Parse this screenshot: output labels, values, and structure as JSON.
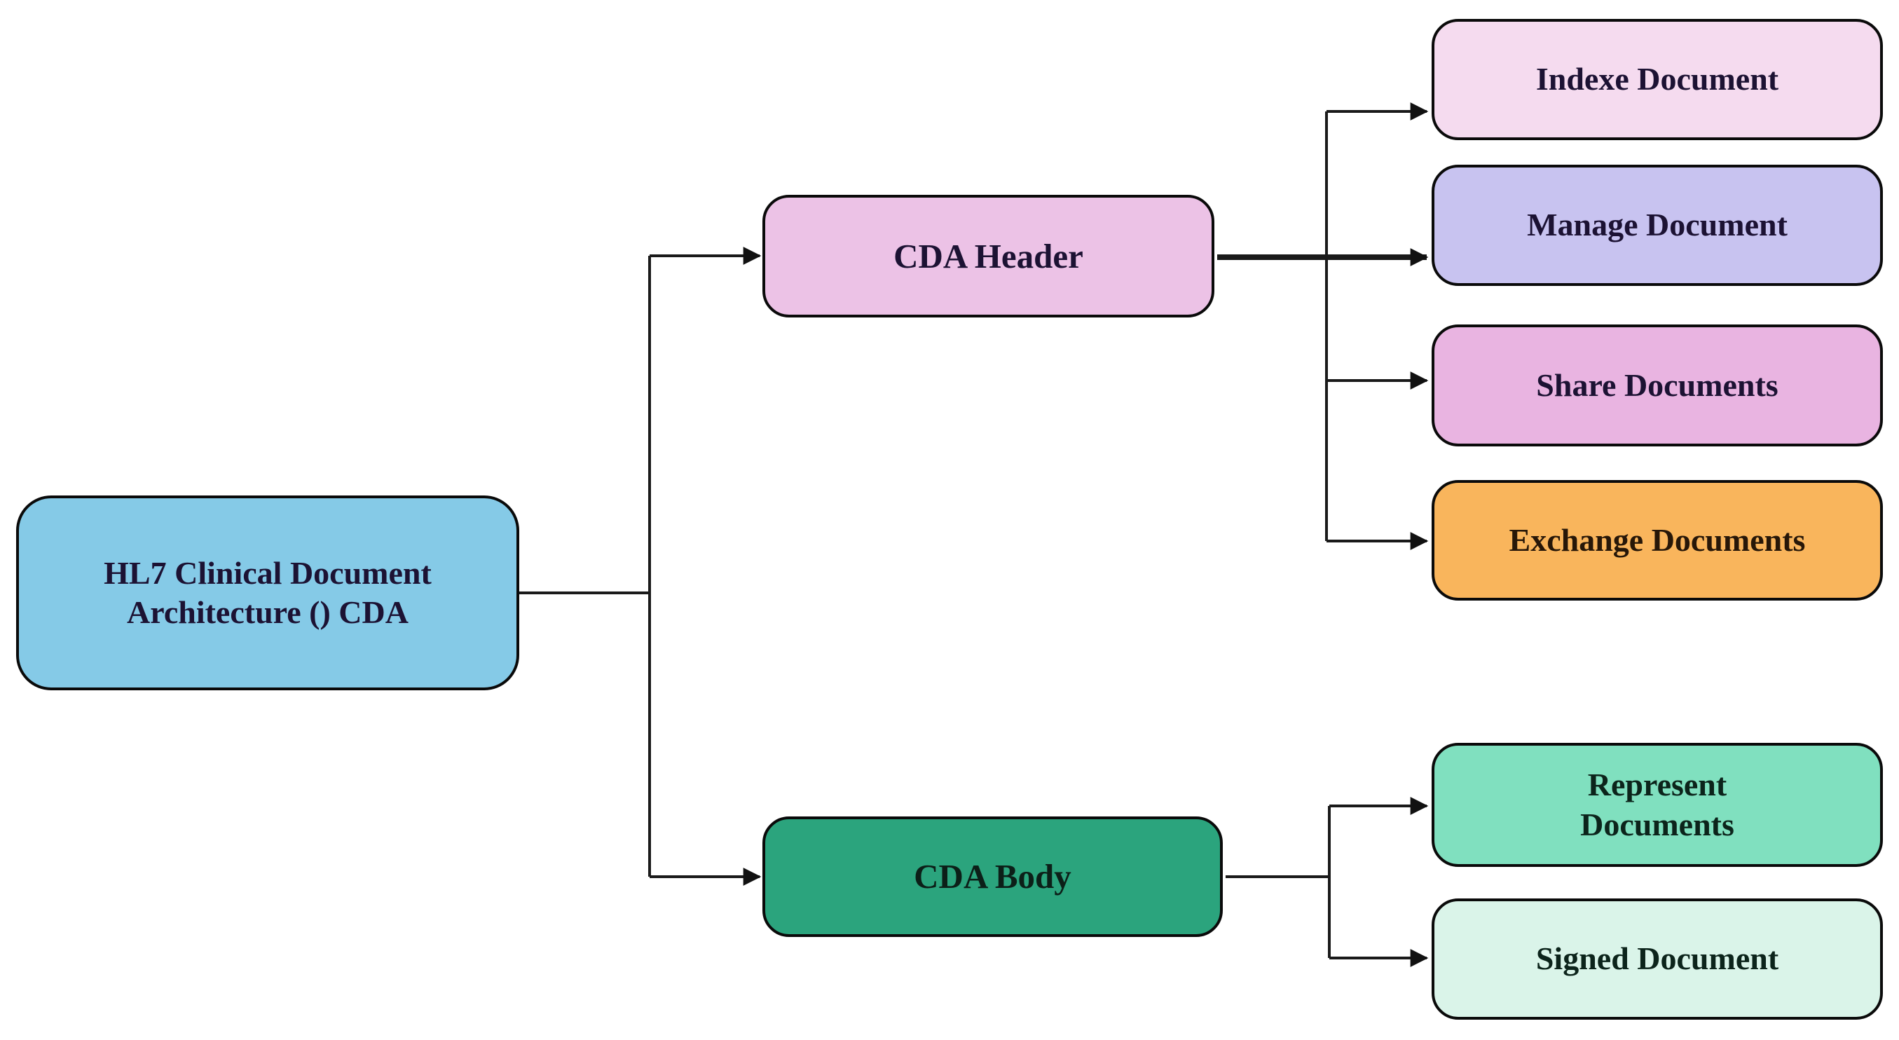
{
  "figure": {
    "type": "flow-diagram",
    "background": "#ffffff",
    "connector_color": "#1a1a1a",
    "node_border_color": "#0a0a0a",
    "text_color": "#1c1233"
  },
  "nodes": {
    "root": {
      "lines": [
        "HL7 Clinical Document",
        "Architecture () CDA"
      ],
      "label": "HL7 Clinical Document Architecture () CDA",
      "fill": "#85CAE7"
    },
    "header": {
      "label": "CDA Header",
      "fill": "#ECC2E6"
    },
    "body": {
      "label": "CDA Body",
      "fill": "#2BA47D"
    },
    "indexe": {
      "label": "Indexe Document",
      "fill": "#F5DBEF"
    },
    "manage": {
      "label": "Manage Document",
      "fill": "#C8C3F0"
    },
    "share": {
      "label": "Share Documents",
      "fill": "#E9B4E1"
    },
    "exchange": {
      "label": "Exchange Documents",
      "fill": "#F9B55C"
    },
    "represent": {
      "lines": [
        "Represent",
        "Documents"
      ],
      "label": "Represent Documents",
      "fill": "#80E0BF"
    },
    "signed": {
      "label": "Signed Document",
      "fill": "#DAF4E9"
    }
  }
}
